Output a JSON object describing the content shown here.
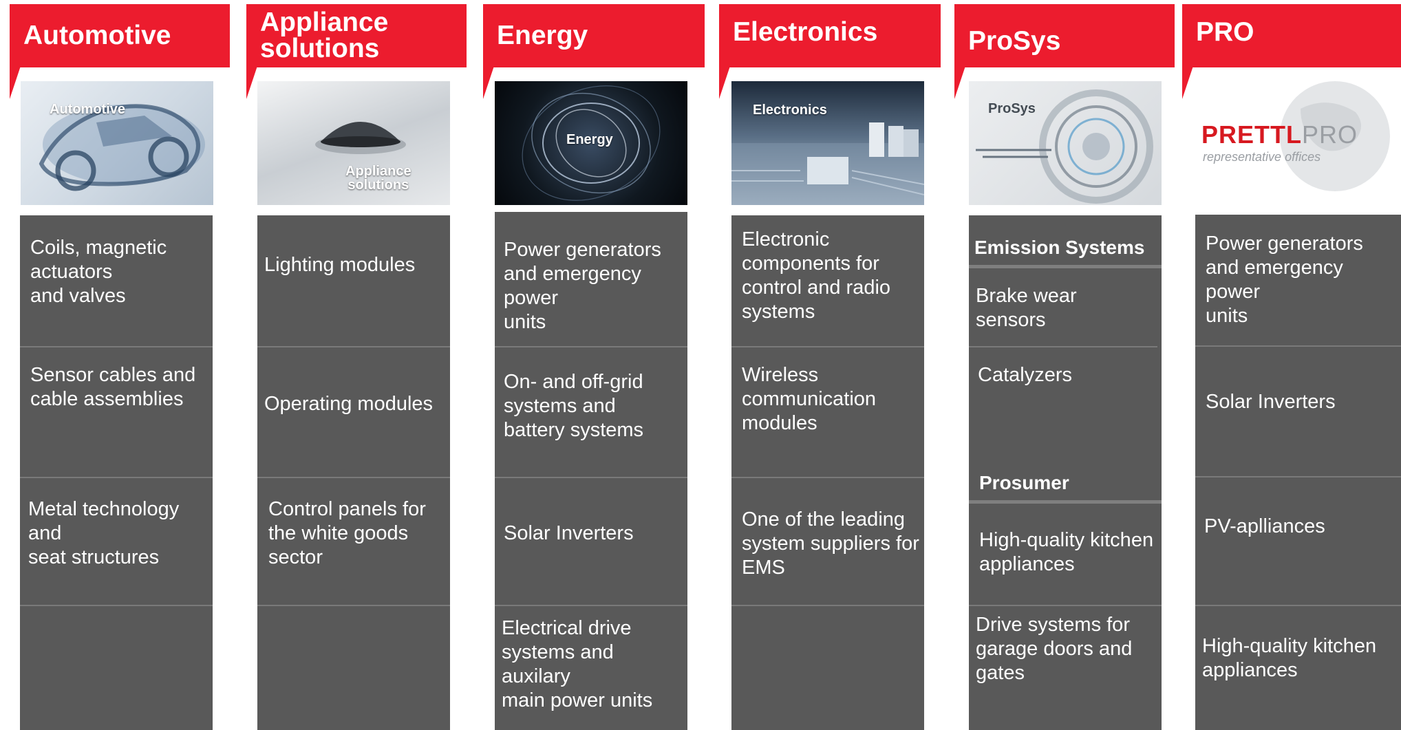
{
  "columns": [
    {
      "title": "Automotive",
      "image": {
        "label": "Automotive",
        "theme": "car-xray"
      },
      "items": [
        "Coils, magnetic\nactuators\nand valves",
        "Sensor cables and\ncable assemblies",
        "Metal technology and\nseat structures",
        ""
      ]
    },
    {
      "title": "Appliance\nsolutions",
      "image": {
        "label": "Appliance\nsolutions",
        "theme": "dome-on-surface"
      },
      "items": [
        "Lighting modules",
        "Operating modules",
        "Control panels for\nthe white goods\nsector",
        ""
      ]
    },
    {
      "title": "Energy",
      "image": {
        "label": "Energy",
        "theme": "energy-rings"
      },
      "items": [
        "Power generators\nand emergency power\nunits",
        "On- and off-grid\nsystems  and\nbattery systems",
        "Solar Inverters",
        "Electrical drive\nsystems and auxilary\nmain power units"
      ]
    },
    {
      "title": "Electronics",
      "image": {
        "label": "Electronics",
        "theme": "circuit-board"
      },
      "items": [
        "Electronic\ncomponents for\ncontrol and radio\nsystems",
        "Wireless\ncommunication\nmodules",
        "One of the leading\nsystem suppliers for\nEMS",
        ""
      ]
    },
    {
      "title": "ProSys",
      "image": {
        "label": "ProSys",
        "theme": "tech-circles"
      },
      "sections": [
        {
          "heading": "Emission Systems",
          "items": [
            "Brake wear\nsensors",
            "Catalyzers"
          ]
        },
        {
          "heading": "Prosumer",
          "items": [
            "High-quality kitchen\nappliances",
            "Drive systems for\ngarage doors and\ngates"
          ]
        }
      ]
    },
    {
      "title": "PRO",
      "image": {
        "logo_main": "PRETTL",
        "logo_accent": "PRO",
        "logo_sub": "representative offices"
      },
      "items": [
        "Power generators\nand emergency power\nunits",
        "Solar Inverters",
        "PV-aplliances",
        "High-quality kitchen\nappliances"
      ]
    }
  ],
  "colors": {
    "banner": "#ec1c2e",
    "panel": "#595959",
    "separator": "#7a7a7a",
    "text": "#ffffff"
  }
}
